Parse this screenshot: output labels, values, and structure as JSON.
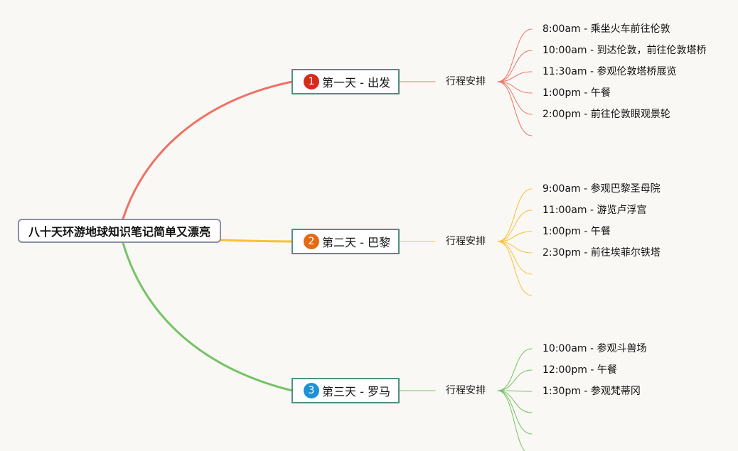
{
  "root": {
    "label": "八十天环游地球知识笔记简单又漂亮"
  },
  "days": [
    {
      "number": "1",
      "label": "第一天 - 出发",
      "color": "#f07167",
      "badge_color": "#d62a1a",
      "schedule_label": "行程安排",
      "items": [
        "8:00am - 乘坐火车前往伦敦",
        "10:00am - 到达伦敦，前往伦敦塔桥",
        "11:30am - 参观伦敦塔桥展览",
        "1:00pm - 午餐",
        "2:00pm - 前往伦敦眼观景轮"
      ]
    },
    {
      "number": "2",
      "label": "第二天 - 巴黎",
      "color": "#f9c134",
      "badge_color": "#e46a14",
      "schedule_label": "行程安排",
      "items": [
        "9:00am - 参观巴黎圣母院",
        "11:00am - 游览卢浮宫",
        "1:00pm - 午餐",
        "2:30pm - 前往埃菲尔铁塔"
      ]
    },
    {
      "number": "3",
      "label": "第三天 - 罗马",
      "color": "#74c365",
      "badge_color": "#1f92d6",
      "schedule_label": "行程安排",
      "items": [
        "10:00am - 参观斗兽场",
        "12:00pm - 午餐",
        "1:30pm - 参观梵蒂冈"
      ]
    }
  ]
}
